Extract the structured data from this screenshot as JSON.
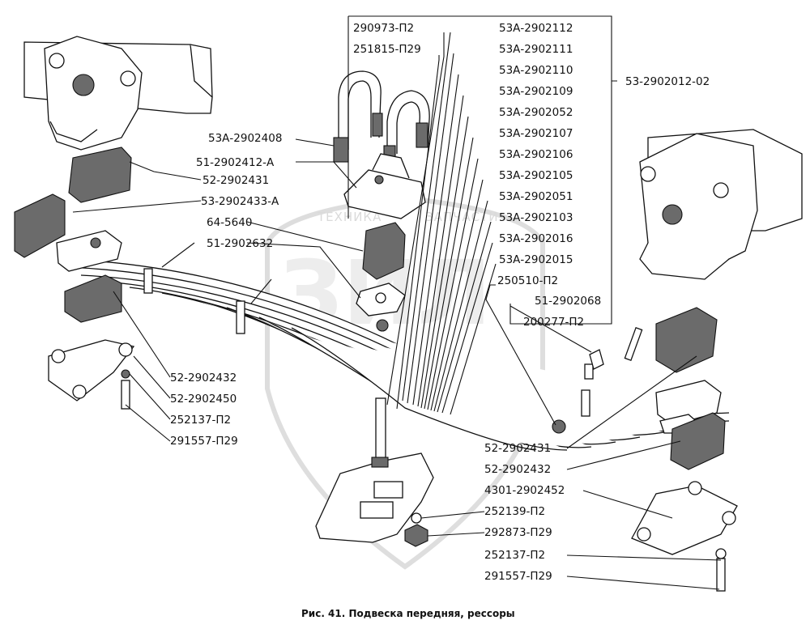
{
  "watermark": {
    "text_left": "ТЕХНИКА",
    "text_right": "ЗАПЧАСТИ",
    "logo_letters": "ЗИЛ"
  },
  "labels": {
    "l01": "290973-П2",
    "l02": "251815-П29",
    "l03": "53А-2902112",
    "l04": "53А-2902111",
    "l05": "53А-2902110",
    "l06": "53А-2902109",
    "l07": "53А-2902052",
    "l08": "53А-2902107",
    "l09": "53А-2902106",
    "l10": "53А-2902105",
    "l11": "53А-2902051",
    "l12": "53А-2902103",
    "l13": "53А-2902016",
    "l14": "53А-2902015",
    "l15": "53-2902012-02",
    "l16": "53А-2902408",
    "l17": "51-2902412-А",
    "l18": "52-2902431",
    "l19": "53-2902433-А",
    "l20": "64-5640",
    "l21": "51-2902632",
    "l22": "250510-П2",
    "l23": "51-2902068",
    "l24": "200277-П2",
    "l25": "52-2902432",
    "l26": "52-2902450",
    "l27": "252137-П2",
    "l28": "291557-П29",
    "l29": "52-2902431",
    "l30": "52-2902432",
    "l31": "4301-2902452",
    "l32": "252139-П2",
    "l33": "292873-П29",
    "l34": "252137-П2",
    "l35": "291557-П29"
  },
  "caption": "Рис. 41. Подвеска передняя, рессоры"
}
